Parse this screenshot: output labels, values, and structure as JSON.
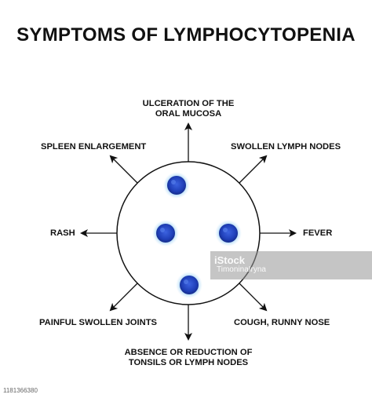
{
  "title": "SYMPTOMS OF LYMPHOCYTOPENIA",
  "labels": {
    "top_line1": "ULCERATION OF THE",
    "top_line2": "ORAL MUCOSA",
    "top_right": "SWOLLEN LYMPH NODES",
    "right": "FEVER",
    "bottom_right": "COUGH, RUNNY NOSE",
    "bottom_line1": "ABSENCE OR REDUCTION OF",
    "bottom_line2": "TONSILS OR LYMPH NODES",
    "bottom_left": "PAINFUL SWOLLEN JOINTS",
    "left": "RASH",
    "top_left": "SPLEEN ENLARGEMENT"
  },
  "watermark": {
    "logo": "iStock",
    "credit": "TimoninaIryna",
    "image_id": "1181366380"
  },
  "colors": {
    "cell_core": "#1f3fb8",
    "cell_halo": "#8ec8f0",
    "stroke": "#111111"
  },
  "icons": [
    "lymphocyte-cell-icon",
    "arrow-icon"
  ]
}
